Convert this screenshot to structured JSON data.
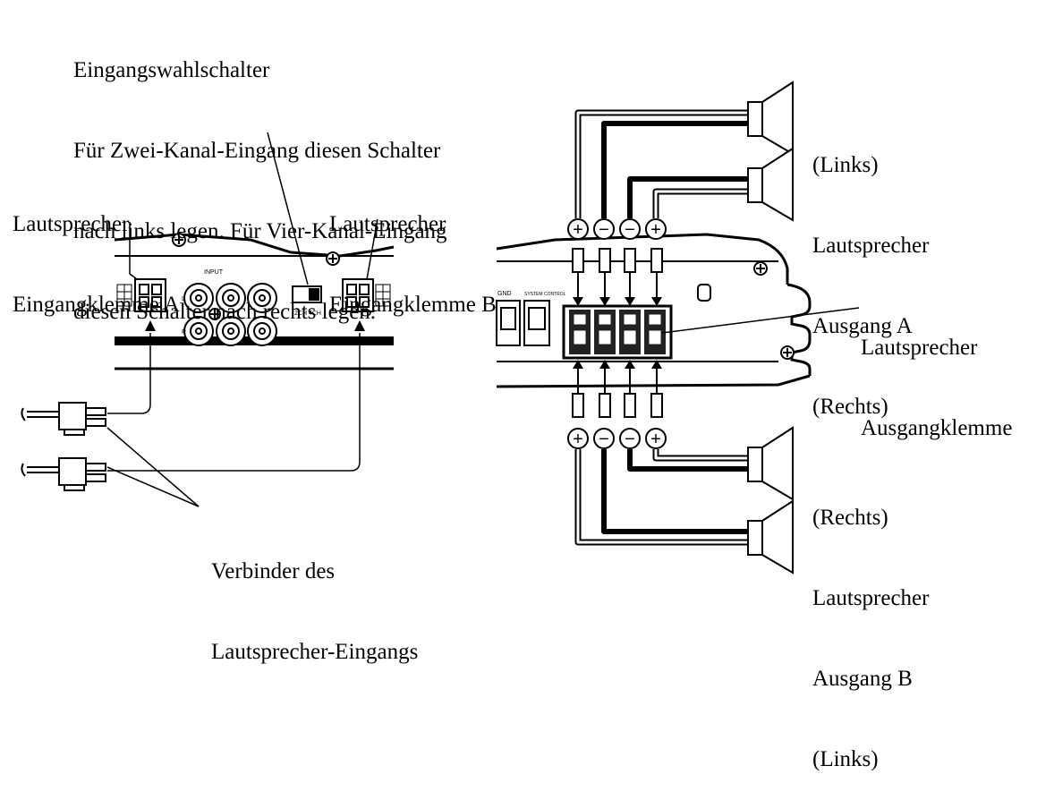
{
  "left": {
    "selector_title": "Eingangswahlschalter",
    "selector_lines": [
      "Für Zwei-Kanal-Eingang diesen Schalter",
      "nach links legen. Für Vier-Kanal-Eingang",
      "diesen Schalter nach rechts legen."
    ],
    "input_a": [
      "Lautsprecher",
      "Eingangklemme A"
    ],
    "input_b": [
      "Lautsprecher",
      "Eingangklemme B"
    ],
    "connector": [
      "Verbinder des",
      "Lautsprecher-Eingangs"
    ],
    "panel_text": {
      "input": "INPUT",
      "switch_small": "2CH 4CH",
      "left_ch": "L",
      "right_ch": "R"
    }
  },
  "right": {
    "output_a": [
      "(Links)",
      "Lautsprecher",
      "Ausgang A",
      "(Rechts)"
    ],
    "output_terminal": [
      "Lautsprecher",
      "Ausgangklemme"
    ],
    "output_b": [
      "(Rechts)",
      "Lautsprecher",
      "Ausgang B",
      "(Links)"
    ],
    "polarity_top": [
      "+",
      "−",
      "−",
      "+"
    ],
    "polarity_bottom": [
      "+",
      "−",
      "−",
      "+"
    ],
    "panel_text": {
      "gnd": "GND",
      "system_control": "SYSTEM CONTROL"
    }
  }
}
